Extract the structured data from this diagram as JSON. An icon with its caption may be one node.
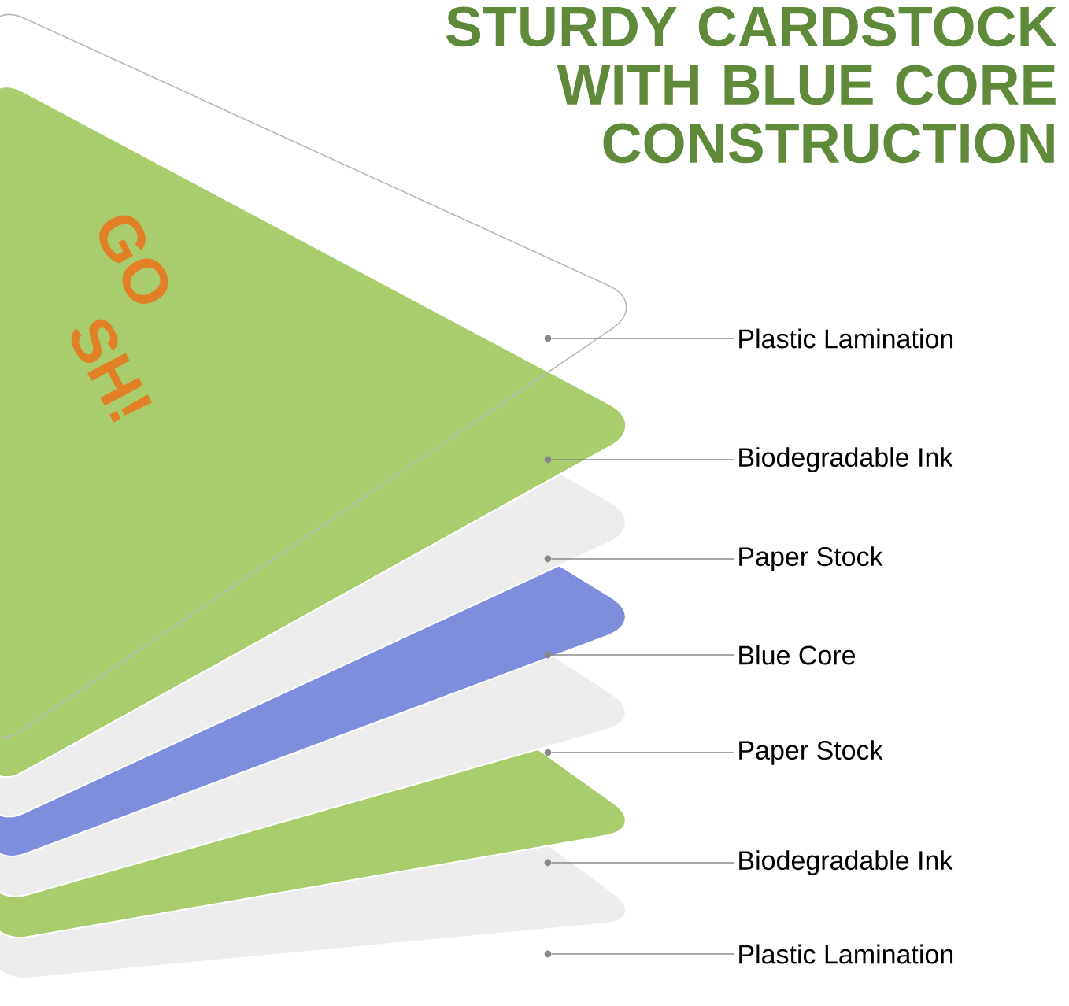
{
  "diagram": {
    "title": "STURDY CARDSTOCK WITH BLUE CORE CONSTRUCTION",
    "nodes": [
      {
        "text": [],
        "shape": "circle"
      },
      {
        "text": [],
        "shape": "circle"
      },
      {
        "text": [],
        "shape": "circle"
      },
      {
        "text": [],
        "shape": "circle"
      },
      {
        "text": [],
        "shape": "circle"
      },
      {
        "text": [],
        "shape": "circle"
      },
      {
        "text": [],
        "shape": "circle"
      },
      {
        "text": [
          "Plastic Lamination"
        ]
      },
      {
        "text": [
          "Biodegradable Ink"
        ]
      },
      {
        "text": [
          "Paper Stock"
        ]
      },
      {
        "text": [
          "Blue Core"
        ]
      },
      {
        "text": [
          "Paper Stock"
        ]
      },
      {
        "text": [
          "Biodegradable Ink"
        ]
      },
      {
        "text": [
          "Plastic Lamination"
        ]
      }
    ],
    "edges": [
      {
        "from": 7,
        "to": 0,
        "arrow": "none"
      },
      {
        "from": 8,
        "to": 1,
        "arrow": "none"
      },
      {
        "from": 9,
        "to": 2,
        "arrow": "none"
      },
      {
        "from": 10,
        "to": 3,
        "arrow": "none"
      },
      {
        "from": 11,
        "to": 4,
        "arrow": "none"
      },
      {
        "from": 12,
        "to": 5,
        "arrow": "none"
      },
      {
        "from": 13,
        "to": 6,
        "arrow": "none"
      }
    ],
    "labels": [
      "GO",
      "SH!"
    ]
  }
}
